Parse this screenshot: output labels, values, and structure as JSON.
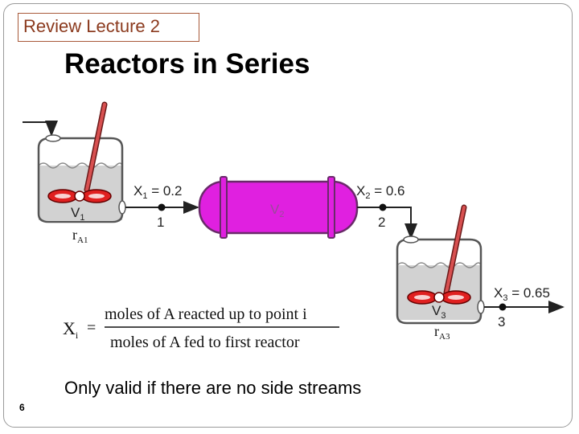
{
  "header": {
    "review_tag": "Review Lecture 2",
    "title": "Reactors in Series"
  },
  "diagram": {
    "reactor1": {
      "name": "V",
      "sub": "1",
      "rate": "r",
      "rate_sub": "A1"
    },
    "reactor2": {
      "name": "V",
      "sub": "2"
    },
    "reactor3": {
      "name": "V",
      "sub": "3",
      "rate": "r",
      "rate_sub": "A3"
    },
    "stream1": {
      "x": "X",
      "x_sub": "1",
      "value": " = 0.2",
      "point": "1"
    },
    "stream2": {
      "x": "X",
      "x_sub": "2",
      "value": " = 0.6",
      "point": "2"
    },
    "stream3": {
      "x": "X",
      "x_sub": "3",
      "value": " = 0.65",
      "point": "3"
    },
    "colors": {
      "pfr": "#e020e0",
      "liquid": "#d0d0d0",
      "thermometer": "#d85050",
      "impeller": "#e02020",
      "line": "#222222"
    }
  },
  "equation": {
    "lhs": "X",
    "lhs_sub": "i",
    "equals": "=",
    "numerator": "moles of A reacted up to point i",
    "denominator": "moles of A fed to first reactor"
  },
  "footnote": "Only valid if there are no side streams",
  "slide_number": "6"
}
